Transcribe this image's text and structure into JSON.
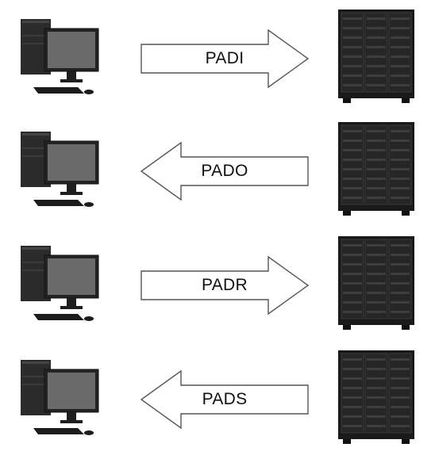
{
  "messages": [
    {
      "label": "PADI",
      "direction": "right"
    },
    {
      "label": "PADO",
      "direction": "left"
    },
    {
      "label": "PADR",
      "direction": "right"
    },
    {
      "label": "PADS",
      "direction": "left"
    }
  ],
  "icons": {
    "client": "desktop-computer-icon",
    "server": "server-rack-icon"
  }
}
